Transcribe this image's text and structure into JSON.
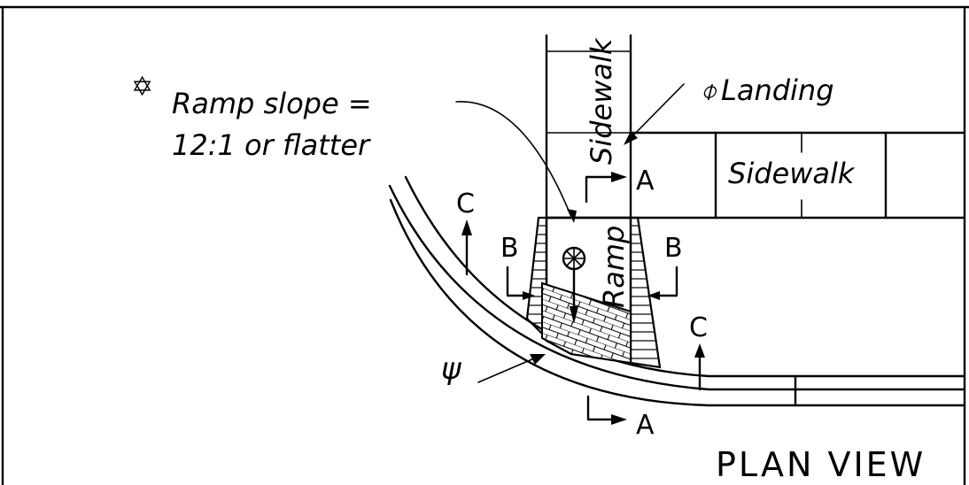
{
  "drawing": {
    "note_symbol": "✡",
    "note_line_1": "Ramp slope =",
    "note_line_2": "12:1 or flatter",
    "landing_symbol": "⌽",
    "landing_label": "Landing",
    "sidewalk_vertical_label": "Sidewalk",
    "sidewalk_horizontal_label": "Sidewalk",
    "ramp_label": "Ramp",
    "section_a_top": "A",
    "section_a_bottom": "A",
    "section_b_left": "B",
    "section_b_right": "B",
    "section_c_left": "C",
    "section_c_right": "C",
    "psi_symbol": "ψ",
    "view_title": "PLAN VIEW"
  }
}
